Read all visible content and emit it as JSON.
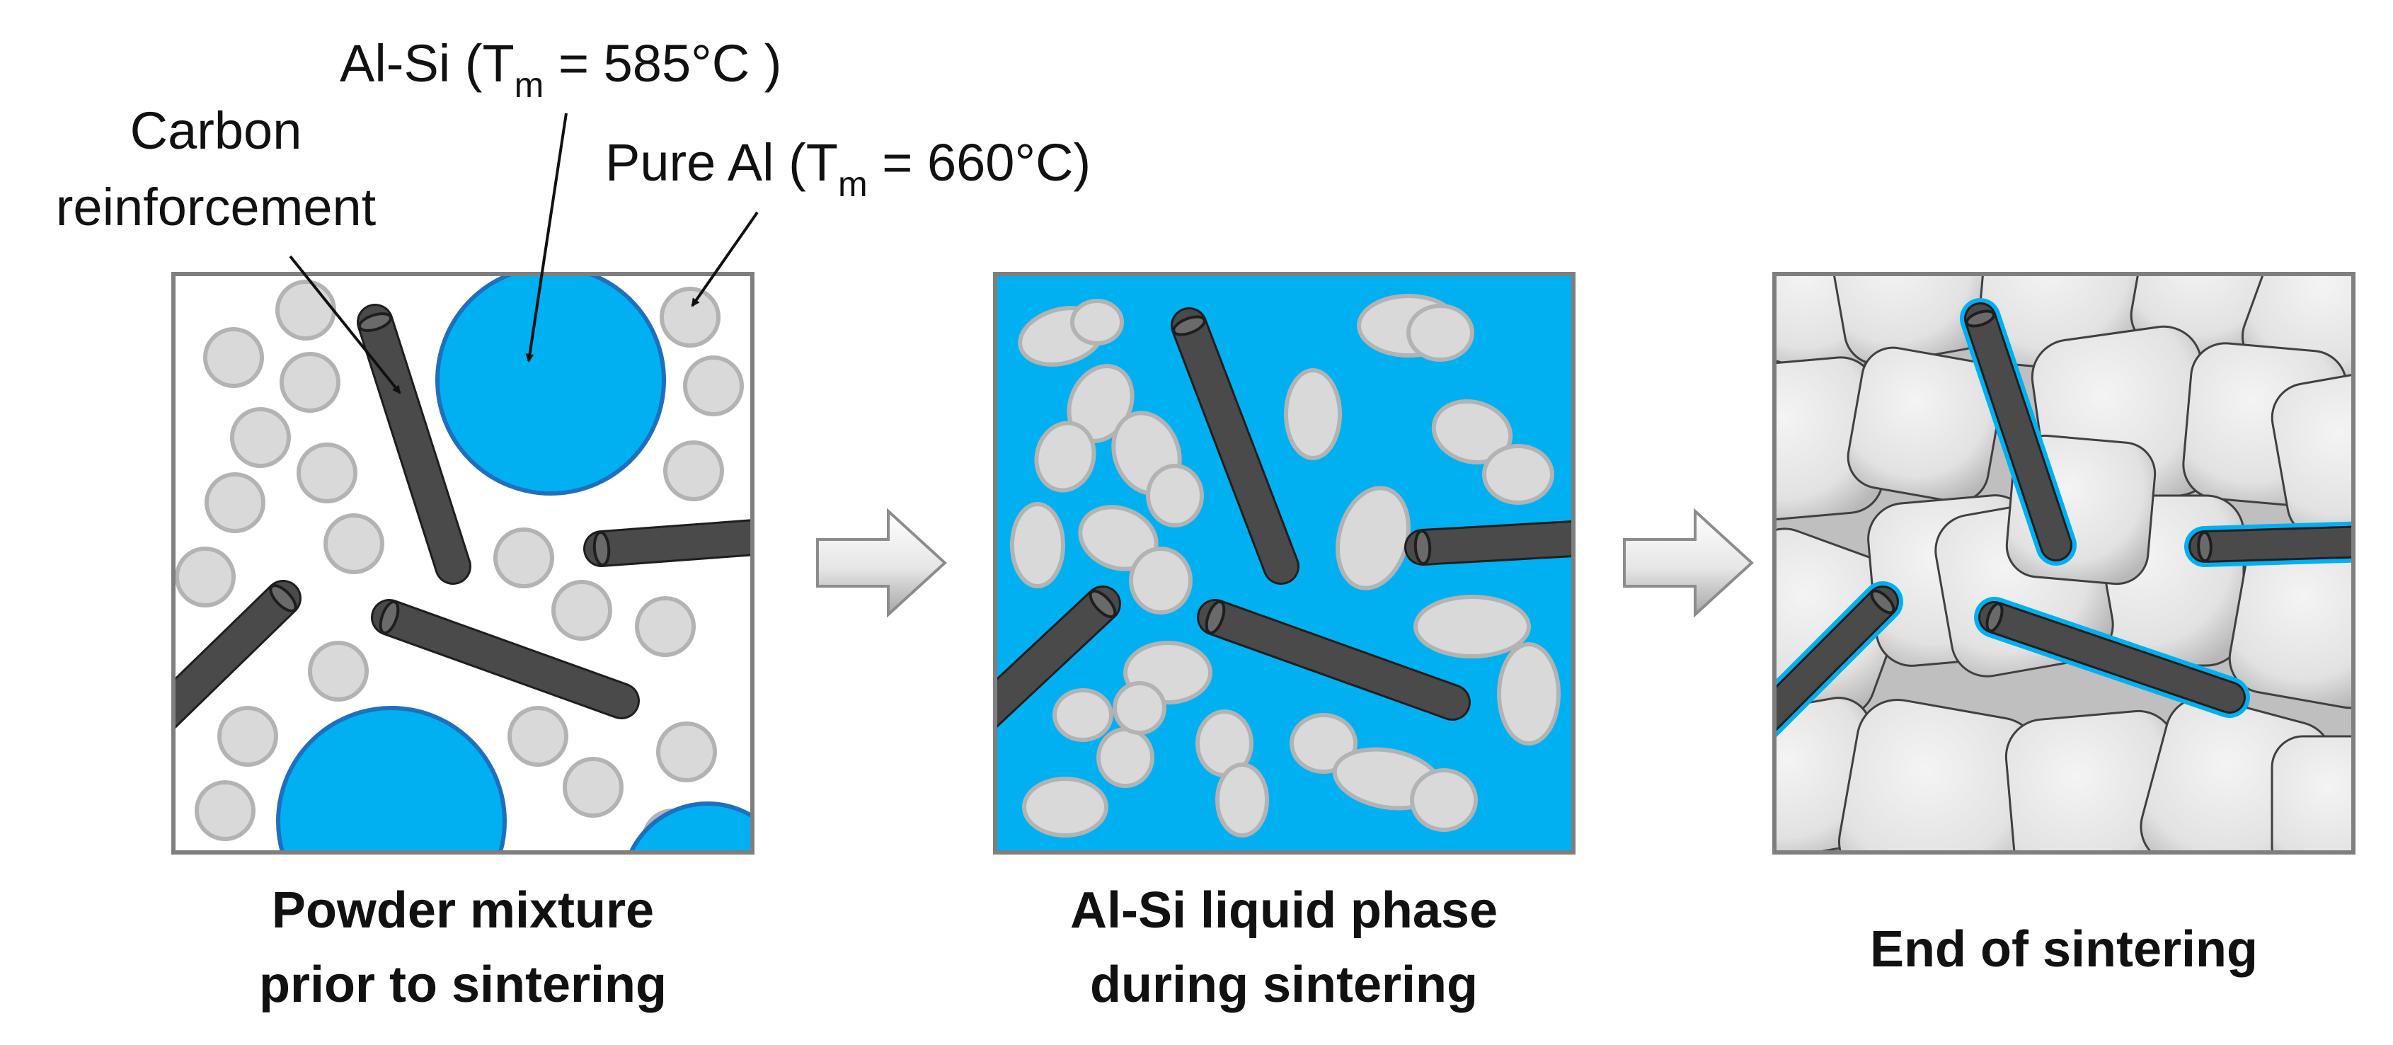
{
  "colors": {
    "blue": "#00b0f0",
    "blue_edge": "#1f6fbf",
    "particle_fill": "#d9d9d9",
    "particle_edge": "#b3b3b3",
    "rod_fill": "#4a4a4a",
    "rod_edge": "#1e1e1e",
    "grain_fill": "#e8e8e8",
    "grain_edge": "#404040",
    "frame": "#7f7f7f"
  },
  "labels": {
    "alsi_main": "Al-Si (T",
    "alsi_sub": "m",
    "alsi_tail": " = 585°C )",
    "pureal_main": "Pure Al (T",
    "pureal_sub": "m",
    "pureal_tail": " = 660°C)",
    "carbon_line1": "Carbon",
    "carbon_line2": "reinforcement"
  },
  "panels": [
    {
      "caption_line1": "Powder mixture",
      "caption_line2": "prior to sintering"
    },
    {
      "caption_line1": "Al-Si liquid phase",
      "caption_line2": "during sintering"
    },
    {
      "caption_line1": "End of sintering",
      "caption_line2": ""
    }
  ],
  "icons": [
    "process-arrow-icon",
    "process-arrow-icon"
  ]
}
